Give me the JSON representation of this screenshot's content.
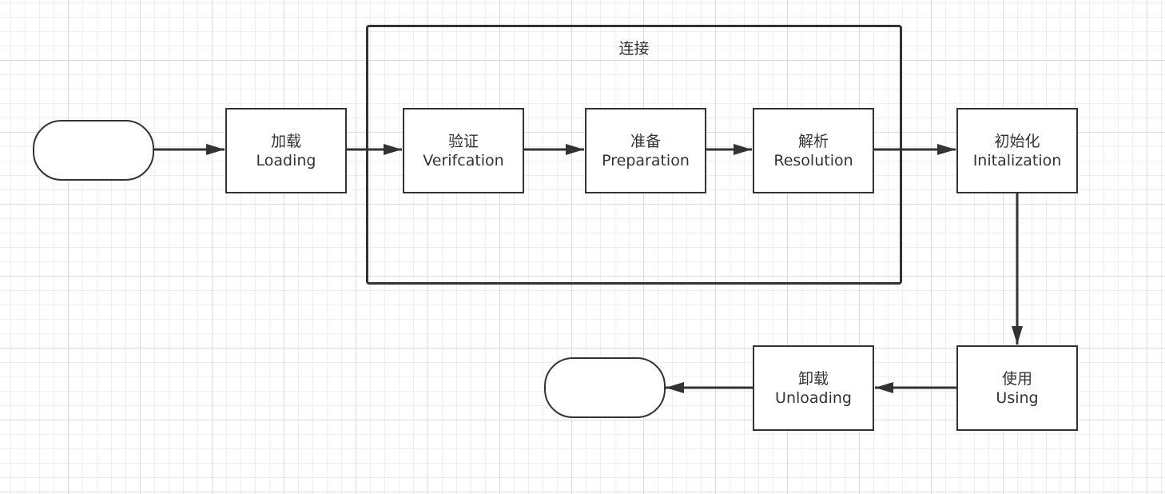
{
  "diagram": {
    "group": {
      "title": "连接"
    },
    "nodes": {
      "loading": {
        "zh": "加载",
        "en": "Loading"
      },
      "verification": {
        "zh": "验证",
        "en": "Verifcation"
      },
      "preparation": {
        "zh": "准备",
        "en": "Preparation"
      },
      "resolution": {
        "zh": "解析",
        "en": "Resolution"
      },
      "initialization": {
        "zh": "初始化",
        "en": "Initalization"
      },
      "using": {
        "zh": "使用",
        "en": "Using"
      },
      "unloading": {
        "zh": "卸载",
        "en": "Unloading"
      }
    },
    "colors": {
      "stroke": "#333333",
      "grid_major": "#dcdcdc",
      "grid_minor": "#efefef",
      "background": "#ffffff"
    }
  }
}
